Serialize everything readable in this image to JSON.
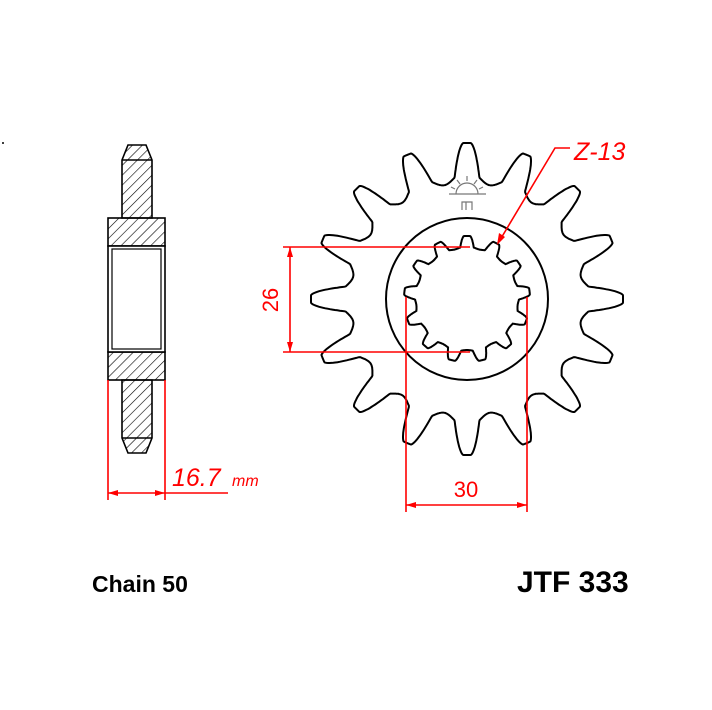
{
  "dimensions": {
    "thickness_value": "16.7",
    "thickness_unit": "mm",
    "bore_height": "26",
    "bore_width": "30",
    "spline_teeth": "Z-13"
  },
  "labels": {
    "chain": "Chain 50",
    "part_number": "JTF 333"
  },
  "sprocket": {
    "teeth": 16,
    "spline_count": 13
  },
  "colors": {
    "outline": "#000000",
    "dimension": "#ff0000",
    "logo": "#777777"
  }
}
